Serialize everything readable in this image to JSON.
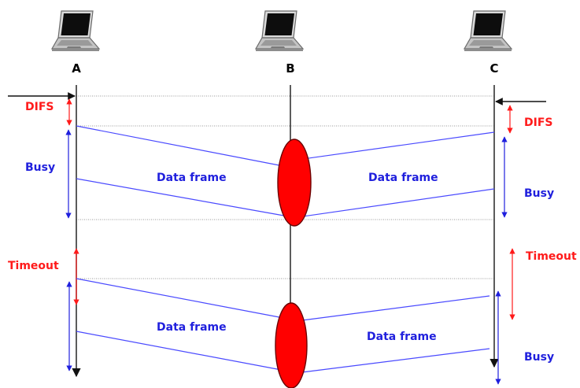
{
  "nodes": [
    {
      "id": "A",
      "label": "A"
    },
    {
      "id": "B",
      "label": "B"
    },
    {
      "id": "C",
      "label": "C"
    }
  ],
  "phase1": {
    "difs_left": "DIFS",
    "difs_right": "DIFS",
    "busy_left": "Busy",
    "busy_right": "Busy",
    "frame_left": "Data frame",
    "frame_right": "Data frame"
  },
  "phase2": {
    "timeout_left": "Timeout",
    "timeout_right": "Timeout",
    "busy_right": "Busy",
    "frame_left": "Data frame",
    "frame_right": "Data frame"
  },
  "colors": {
    "red": "#ff1a1a",
    "blue": "#1f1fdd",
    "frame_line": "#4a4aff",
    "collision": "#ff0000"
  },
  "icons": {
    "node": "laptop-icon"
  }
}
